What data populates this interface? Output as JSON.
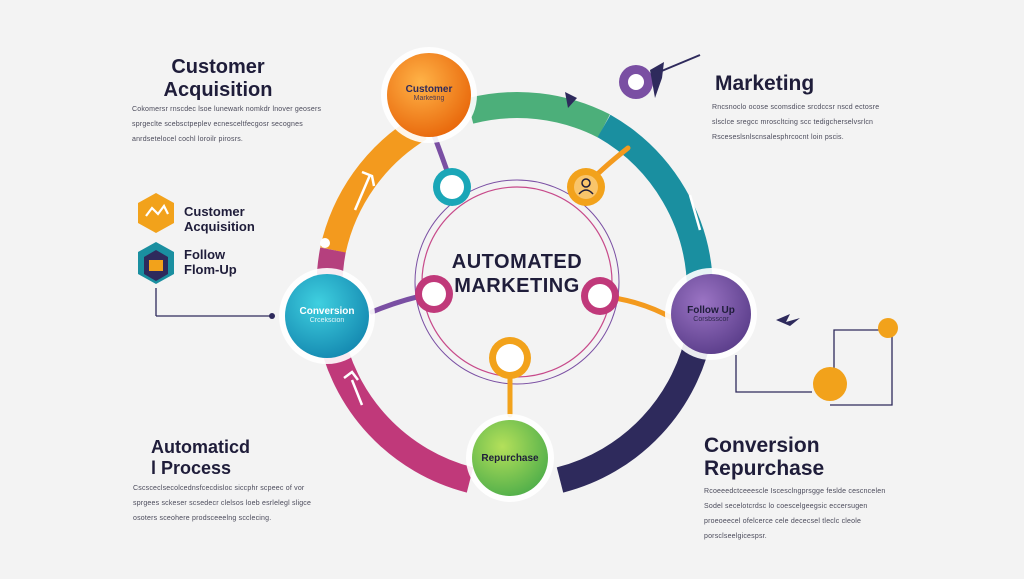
{
  "center": {
    "line1": "AUTOMATED",
    "line2": "MARKETING"
  },
  "sections": {
    "top_left": {
      "title_line1": "Customer",
      "title_line2": "Acquisition",
      "body": "Cokomersr rnscdec lsoe lunewark nomkdr lnover geosers\nsprgeclte scebsctpeplev ecnesceltfecgosr secognes\nanrdsetelocel cochl loroilr pirosrs."
    },
    "top_right": {
      "title": "Marketing",
      "body": "Rncsnoclo ocose scomsdice srcdccsr nscd ectosre\nslsclce sregcc mroscltcing scc tedigcherselvsrlcn\nRsceseslsnlscnsalesphrcocnt loin pscis."
    },
    "bottom_left": {
      "title_line1": "Automaticd",
      "title_line2": "l Process",
      "body": "Cscsceclsecolcednsfcecdisloc siccphr scpeec of vor\nsprgees sckeser scsedecr clelsos loeb esrlelegl sligce\nosoters sceohere prodsceeelng scclecing."
    },
    "bottom_right": {
      "title_line1": "Conversion",
      "title_line2": "Repurchase",
      "body": "Rcoeeedctceeescle Iscesclngprsgge feslde cescncelen\nSodel secelotcrdsc lo coescelgeegsic eccersugen\nproeoeecel ofelcerce cele dececsel tleclc cleole\nporsclseelgicespsr."
    }
  },
  "legend": [
    {
      "icon": "handshake-hexagon-icon",
      "label_line1": "Customer",
      "label_line2": "Acquisition",
      "color": "#f2a21b"
    },
    {
      "icon": "package-hexagon-icon",
      "label_line1": "Follow",
      "label_line2": "Flom-Up",
      "color": "#1a8fa0"
    }
  ],
  "nodes": {
    "top": {
      "label": "Customer",
      "sublabel": "Marketing",
      "color": "#f0820f"
    },
    "left": {
      "label": "Conversion",
      "sublabel": "Crcekscion",
      "color": "#19a8c4"
    },
    "right": {
      "label": "Follow Up",
      "sublabel": "Corsbsscor",
      "color": "#7a4fa3"
    },
    "bottom": {
      "label": "Repurchase",
      "color": "#8bc53f"
    }
  },
  "colors": {
    "ring_orange": "#f39a1e",
    "ring_green": "#4caf7a",
    "ring_teal": "#1a8fa0",
    "ring_navy": "#2e2a5c",
    "ring_magenta": "#c0397a",
    "ring_purple": "#7a4fa3",
    "accent_gold": "#f2a21b",
    "dark": "#1f1d3a"
  }
}
